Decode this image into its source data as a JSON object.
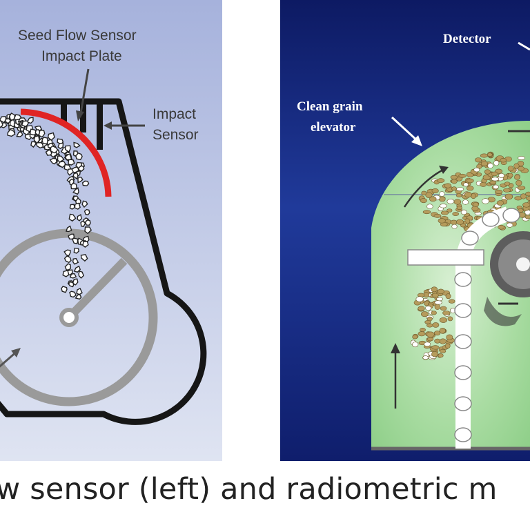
{
  "left_diagram": {
    "label_plate_line1": "Seed Flow Sensor",
    "label_plate_line2": "Impact Plate",
    "label_sensor_line1": "Impact",
    "label_sensor_line2": "Sensor",
    "colors": {
      "background": "#b9c3e2",
      "housing": "#1a1a1a",
      "plate": "#e02424",
      "wheel": "#9a9a9a"
    }
  },
  "right_diagram": {
    "label_detector": "Detector",
    "label_elevator_line1": "Clean grain",
    "label_elevator_line2": "elevator",
    "colors": {
      "background": "#12216e",
      "housing": "#9fd49a",
      "grain": "#b59b5c",
      "sprocket": "#7a7a7a"
    }
  },
  "caption": "w sensor (left) and radiometric m"
}
